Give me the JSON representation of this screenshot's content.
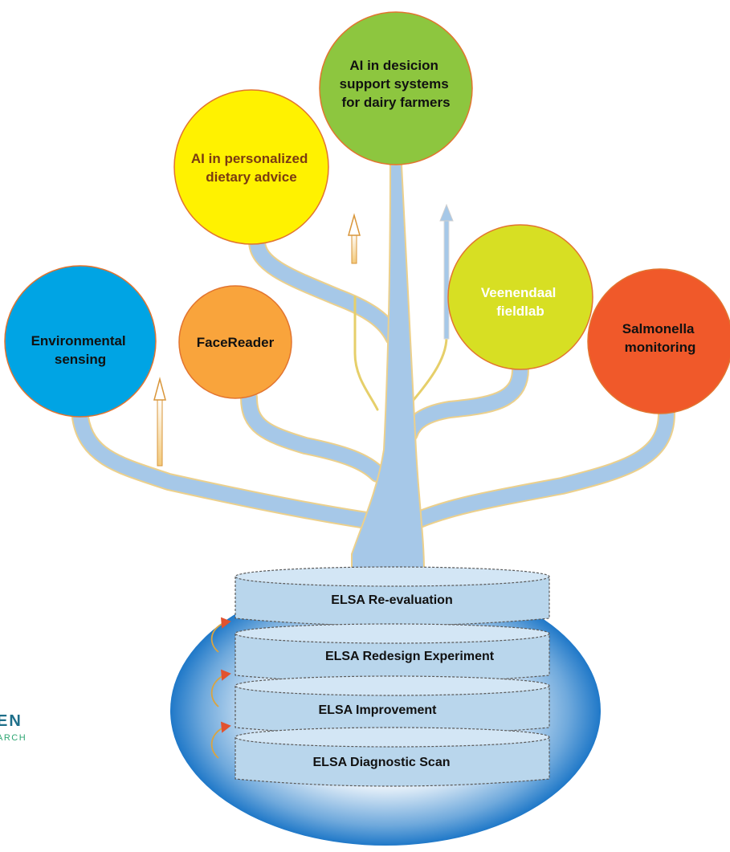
{
  "colors": {
    "branch": "#a6c8e8",
    "branch_edge": "#ecd08c",
    "ground_dark": "#1f78c8",
    "ground_light": "#ffffff",
    "disc_fill": "#b9d6ec",
    "disc_edge": "#5a5a5a",
    "circle_edge": "#e2742f",
    "arrow_accent": "#e2522f",
    "logo": "#1e6f8a",
    "logo_sub": "#2ea673"
  },
  "circles": [
    {
      "label": "AI in desicion support systems for dairy farmers",
      "lines": [
        "AI in desicion",
        "support systems",
        "for dairy farmers"
      ],
      "color": "#8dc63f",
      "text_color": "#111111"
    },
    {
      "label": "AI in personalized dietary advice",
      "lines": [
        "AI in personalized",
        "dietary advice"
      ],
      "color": "#fff200",
      "text_color": "#7a3b12"
    },
    {
      "label": "Veenendaal fieldlab",
      "lines": [
        "Veenendaal",
        "fieldlab"
      ],
      "color": "#d7df23",
      "text_color": "#ffffff"
    },
    {
      "label": "Environmental sensing",
      "lines": [
        "Environmental",
        "sensing"
      ],
      "color": "#00a4e4",
      "text_color": "#111111"
    },
    {
      "label": "FaceReader",
      "lines": [
        "FaceReader"
      ],
      "color": "#f9a43c",
      "text_color": "#111111"
    },
    {
      "label": "Salmonella monitoring",
      "lines": [
        "Salmonella",
        "monitoring"
      ],
      "color": "#f0592a",
      "text_color": "#111111"
    }
  ],
  "stack": [
    {
      "label": "ELSA Re-evaluation"
    },
    {
      "label": "ELSA Redesign Experiment"
    },
    {
      "label": "ELSA Improvement"
    },
    {
      "label": "ELSA Diagnostic Scan"
    }
  ],
  "logo": {
    "main": "EN",
    "sub": "ARCH"
  }
}
